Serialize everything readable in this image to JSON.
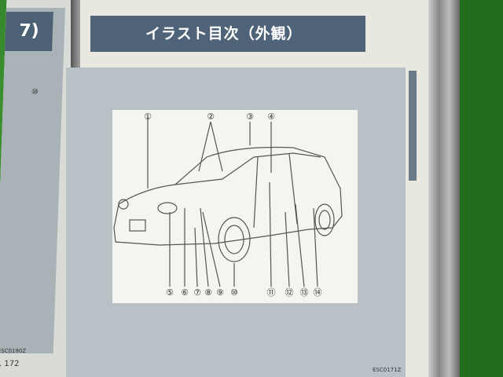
{
  "page": {
    "title": "イラスト目次（外観）",
    "image_code": "ESC0171Z"
  },
  "left_page": {
    "title_fragment": "7)",
    "image_code": "ESC0190Z",
    "page_number": "… 172",
    "callout": "⑩"
  },
  "illustration": {
    "top_callouts": [
      "①",
      "②",
      "③",
      "④"
    ],
    "bottom_callouts": [
      "⑤",
      "⑥",
      "⑦",
      "⑧",
      "⑨",
      "⑩",
      "⑪",
      "⑫",
      "⑬",
      "⑭"
    ]
  }
}
